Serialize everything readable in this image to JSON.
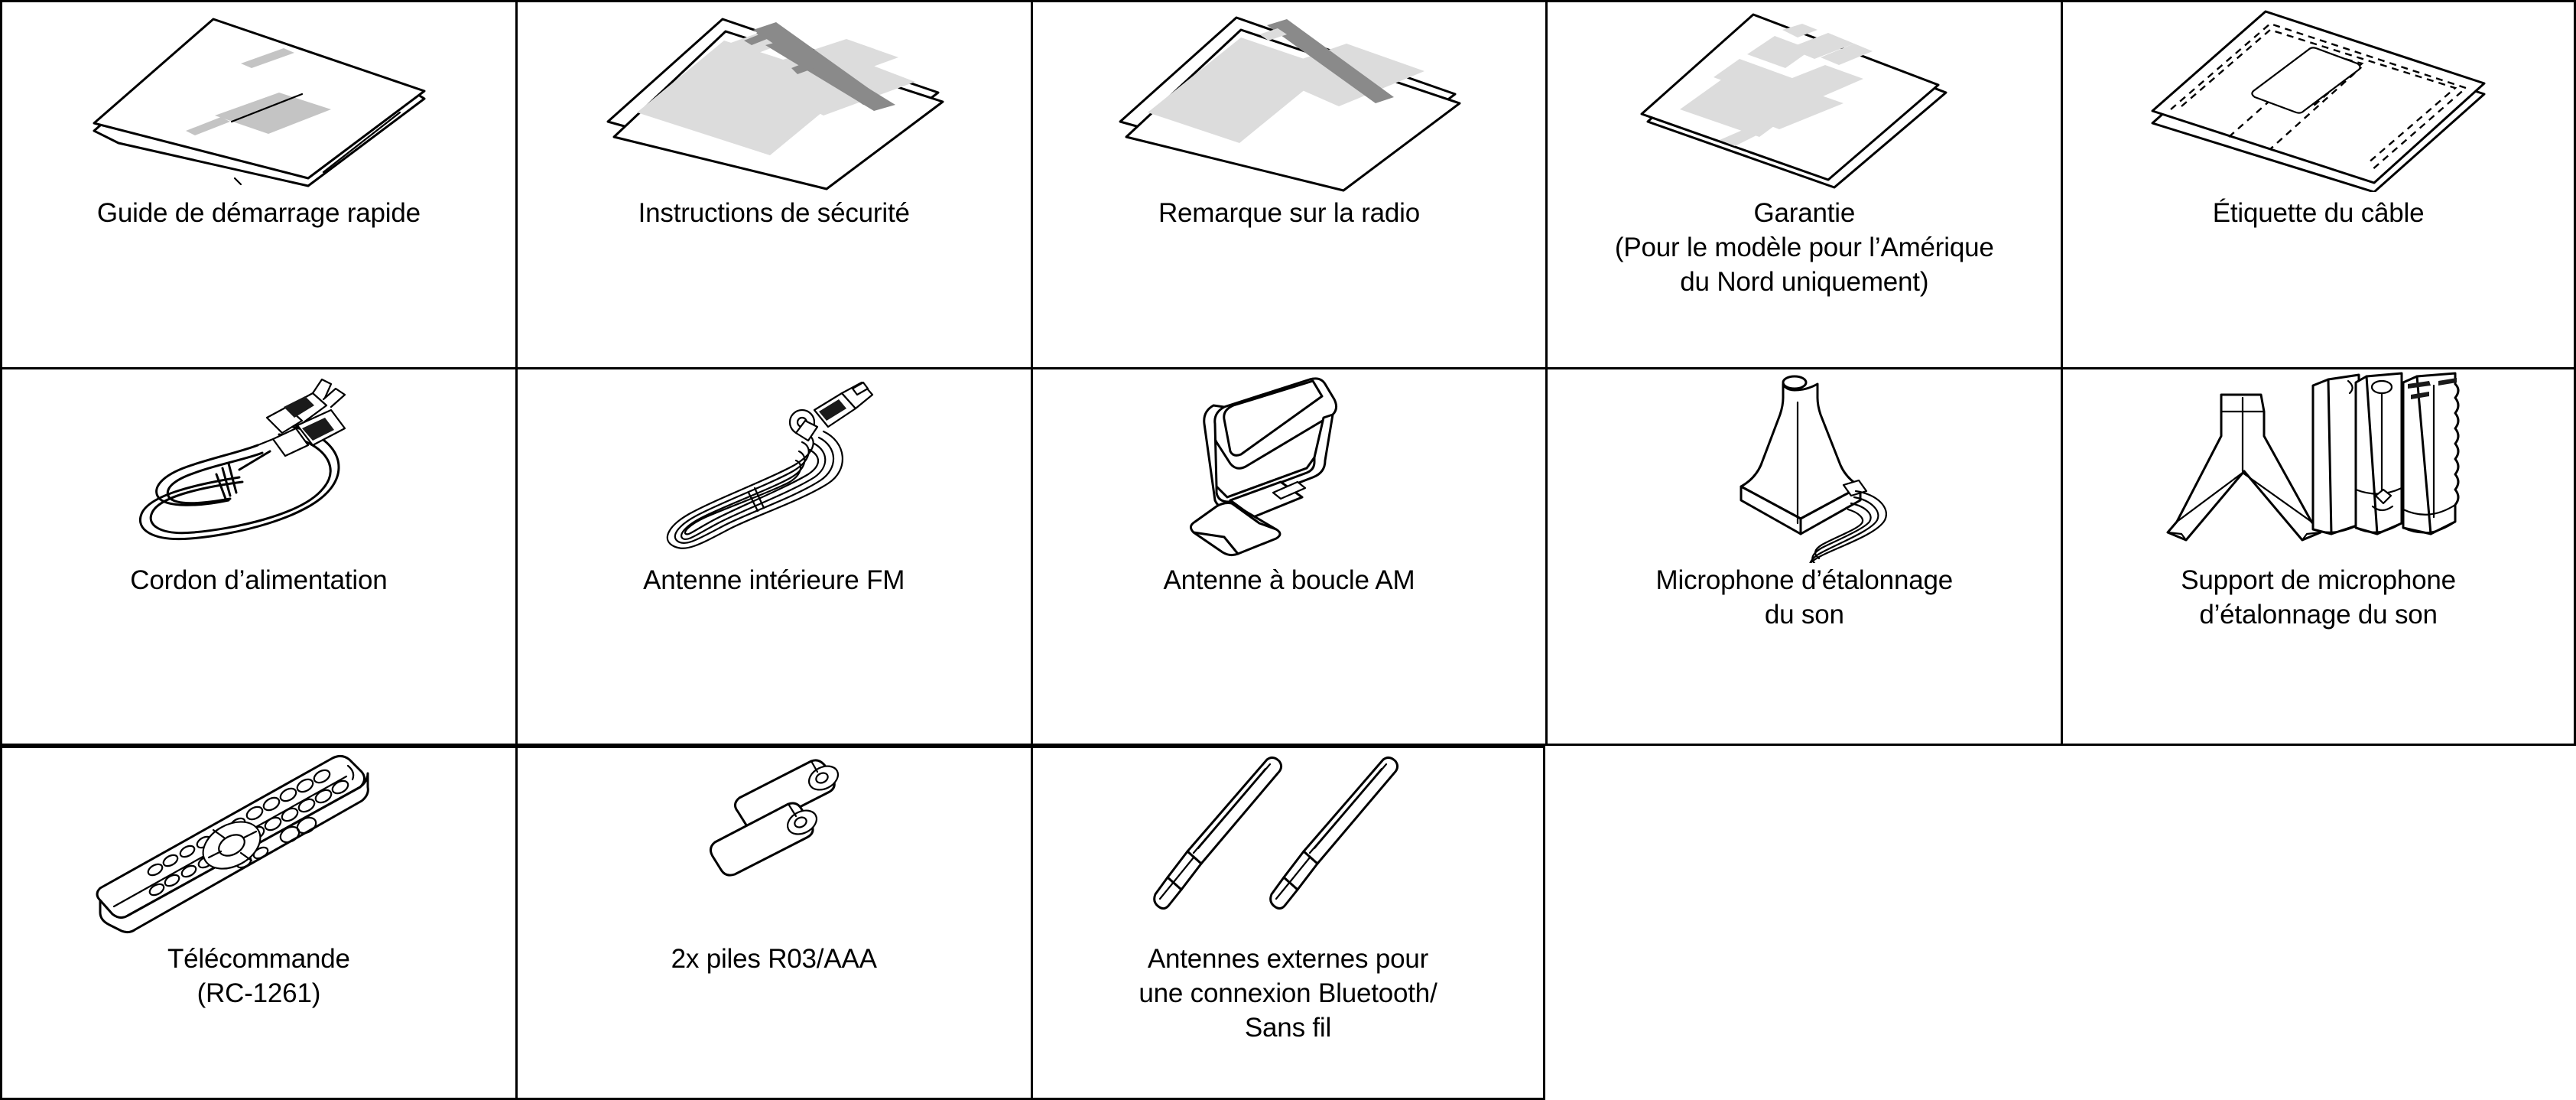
{
  "figure": {
    "type": "accessory-inventory-grid",
    "columns": 5,
    "rows": 3,
    "language": "fr"
  },
  "cells": [
    {
      "id": "quick-start-guide",
      "icon": "booklet-icon",
      "label": "Guide de démarrage rapide"
    },
    {
      "id": "safety-instructions",
      "icon": "stacked-sheets-icon",
      "label": "Instructions de sécurité"
    },
    {
      "id": "radio-notice",
      "icon": "stacked-sheets-icon",
      "label": "Remarque sur la radio"
    },
    {
      "id": "warranty",
      "icon": "warranty-sheets-icon",
      "label": "Garantie\n(Pour le modèle pour l’Amérique\ndu Nord uniquement)"
    },
    {
      "id": "cable-label",
      "icon": "cable-label-sheet-icon",
      "label": "Étiquette du câble"
    },
    {
      "id": "power-cord",
      "icon": "power-cord-icon",
      "label": "Cordon d’alimentation"
    },
    {
      "id": "fm-indoor-antenna",
      "icon": "coiled-wire-antenna-icon",
      "label": "Antenne intérieure FM"
    },
    {
      "id": "am-loop-antenna",
      "icon": "am-loop-antenna-icon",
      "label": "Antenne à boucle AM"
    },
    {
      "id": "calibration-microphone",
      "icon": "calibration-microphone-icon",
      "label": "Microphone d’étalonnage\ndu son"
    },
    {
      "id": "microphone-stand",
      "icon": "microphone-stand-icon",
      "label": "Support de microphone\nd’étalonnage du son"
    },
    {
      "id": "remote-control",
      "icon": "remote-control-icon",
      "label": "Télécommande\n(RC-1261)"
    },
    {
      "id": "batteries",
      "icon": "aaa-batteries-icon",
      "label": "2x piles R03/AAA"
    },
    {
      "id": "external-antennas",
      "icon": "external-antennas-icon",
      "label": "Antennes externes pour\nune connexion Bluetooth/\nSans fil"
    }
  ],
  "colors": {
    "line": "#000000",
    "background": "#ffffff",
    "paper_shade_light": "#dcdcdc",
    "paper_shade_mid": "#c4c4c4",
    "paper_shade_dark": "#8a8a8a"
  }
}
